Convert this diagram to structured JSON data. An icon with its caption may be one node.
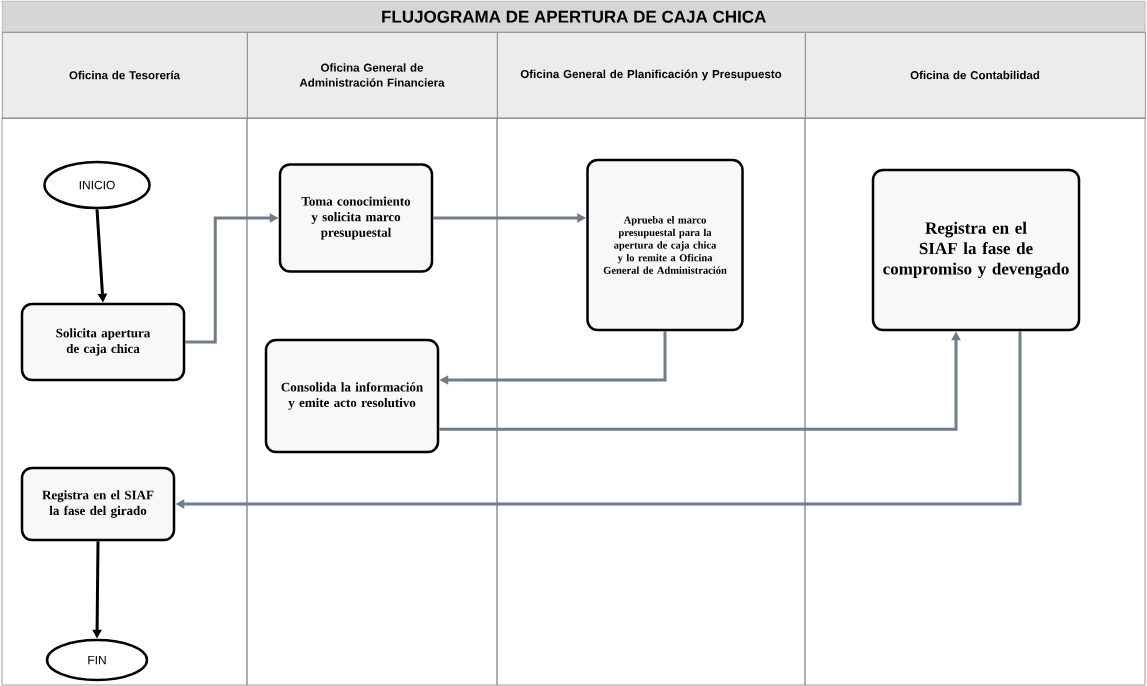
{
  "diagram": {
    "title": "FLUJOGRAMA DE APERTURA DE CAJA CHICA",
    "nodes": [
      {
        "text": [
          "Oficina de Tesorería"
        ]
      },
      {
        "text": [
          "Oficina General de Administración Financiera"
        ]
      },
      {
        "text": [
          "Oficina General de Planificación y Presupuesto"
        ]
      },
      {
        "text": [
          "Oficina de Contabilidad"
        ]
      },
      {
        "text": [
          "INICIO"
        ],
        "in": 0
      },
      {
        "text": [
          "Solicita apertura de caja chica"
        ],
        "in": 0
      },
      {
        "text": [
          "Toma conocimiento y solicita marco presupuestal"
        ],
        "in": 1
      },
      {
        "text": [
          "Aprueba el marco presupuestal para la apertura de caja chica y lo remite a Oficina General de Administración"
        ],
        "in": 2
      },
      {
        "text": [
          "Consolida la información y emite acto resolutivo"
        ],
        "in": 1
      },
      {
        "text": [
          "Registra en el SIAF la fase de compromiso y devengado"
        ],
        "in": 3
      },
      {
        "text": [
          "Registra en el SIAF la fase del girado"
        ],
        "in": 0
      },
      {
        "text": [
          "FIN"
        ],
        "in": 0
      }
    ],
    "edges": [
      {
        "from": 4,
        "to": 5,
        "arrow": "to",
        "color": "#000000"
      },
      {
        "from": 5,
        "to": 6,
        "arrow": "to"
      },
      {
        "from": 6,
        "to": 7,
        "arrow": "to"
      },
      {
        "from": 7,
        "to": 8,
        "arrow": "to"
      },
      {
        "from": 8,
        "to": 9,
        "arrow": "to"
      },
      {
        "from": 9,
        "to": 10,
        "arrow": "to"
      },
      {
        "from": 10,
        "to": 11,
        "arrow": "to",
        "color": "#000000"
      }
    ]
  }
}
